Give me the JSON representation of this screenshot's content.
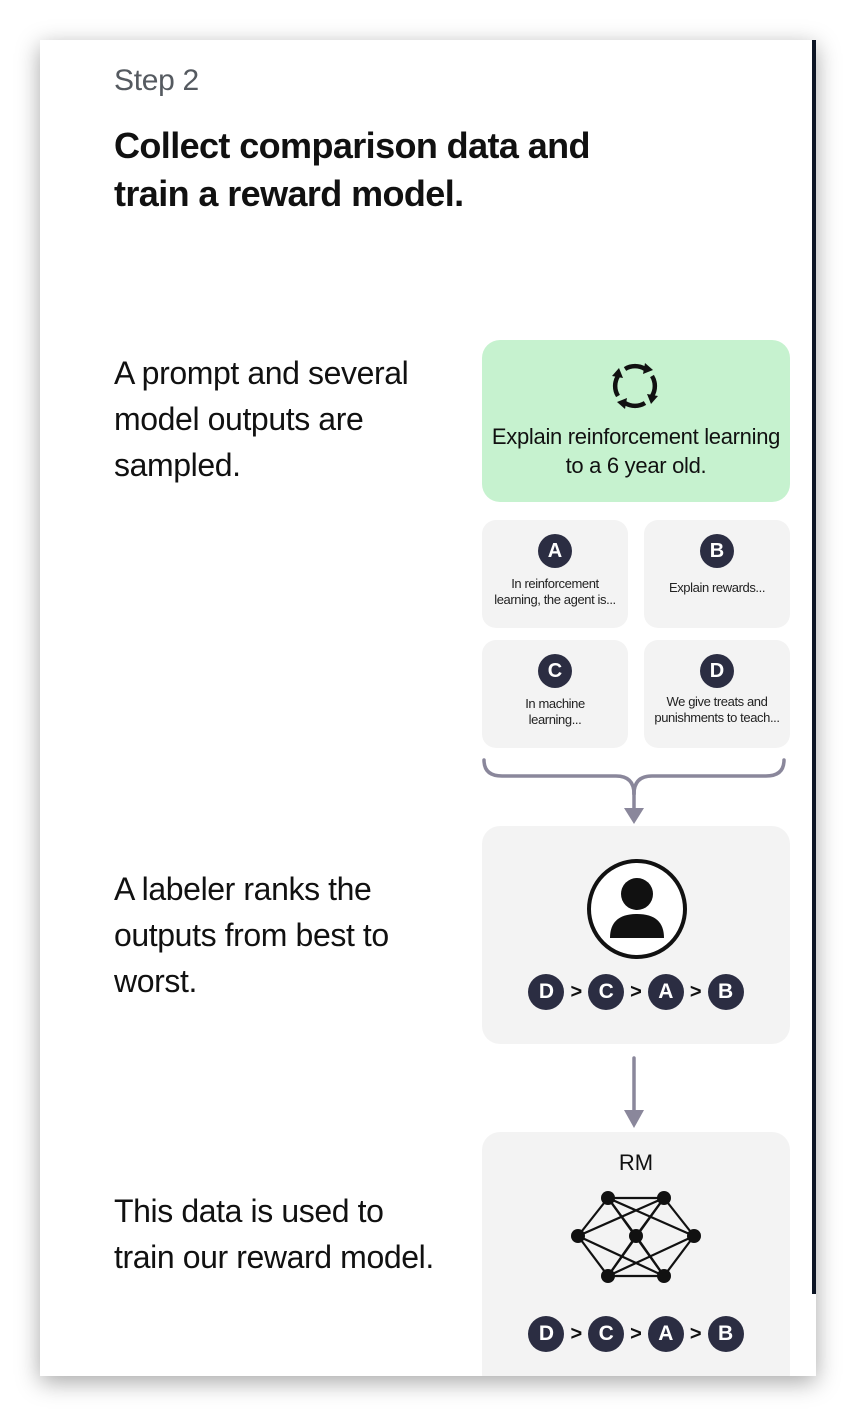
{
  "step_label": "Step 2",
  "title": "Collect comparison data and train a reward model.",
  "descriptions": {
    "sampled": "A prompt and several model outputs are sampled.",
    "ranks": "A labeler ranks the outputs from best to worst.",
    "train": "This data is used to train our reward model."
  },
  "prompt": {
    "text": "Explain reinforcement learning to a 6 year old.",
    "icon": "refresh-loop-icon",
    "color": "#c6f2cf"
  },
  "outputs": [
    {
      "letter": "A",
      "text": "In reinforcement learning, the agent is..."
    },
    {
      "letter": "B",
      "text": "Explain rewards..."
    },
    {
      "letter": "C",
      "text": "In machine learning..."
    },
    {
      "letter": "D",
      "text": "We give treats and punishments to teach..."
    }
  ],
  "ranking": {
    "order": [
      "D",
      "C",
      "A",
      "B"
    ],
    "separator": ">"
  },
  "labeler_icon": "person-icon",
  "reward_model": {
    "label": "RM",
    "icon": "neural-network-icon"
  },
  "colors": {
    "badge": "#2b2d42",
    "arrow": "#8a879b",
    "panel": "#f3f3f3"
  }
}
